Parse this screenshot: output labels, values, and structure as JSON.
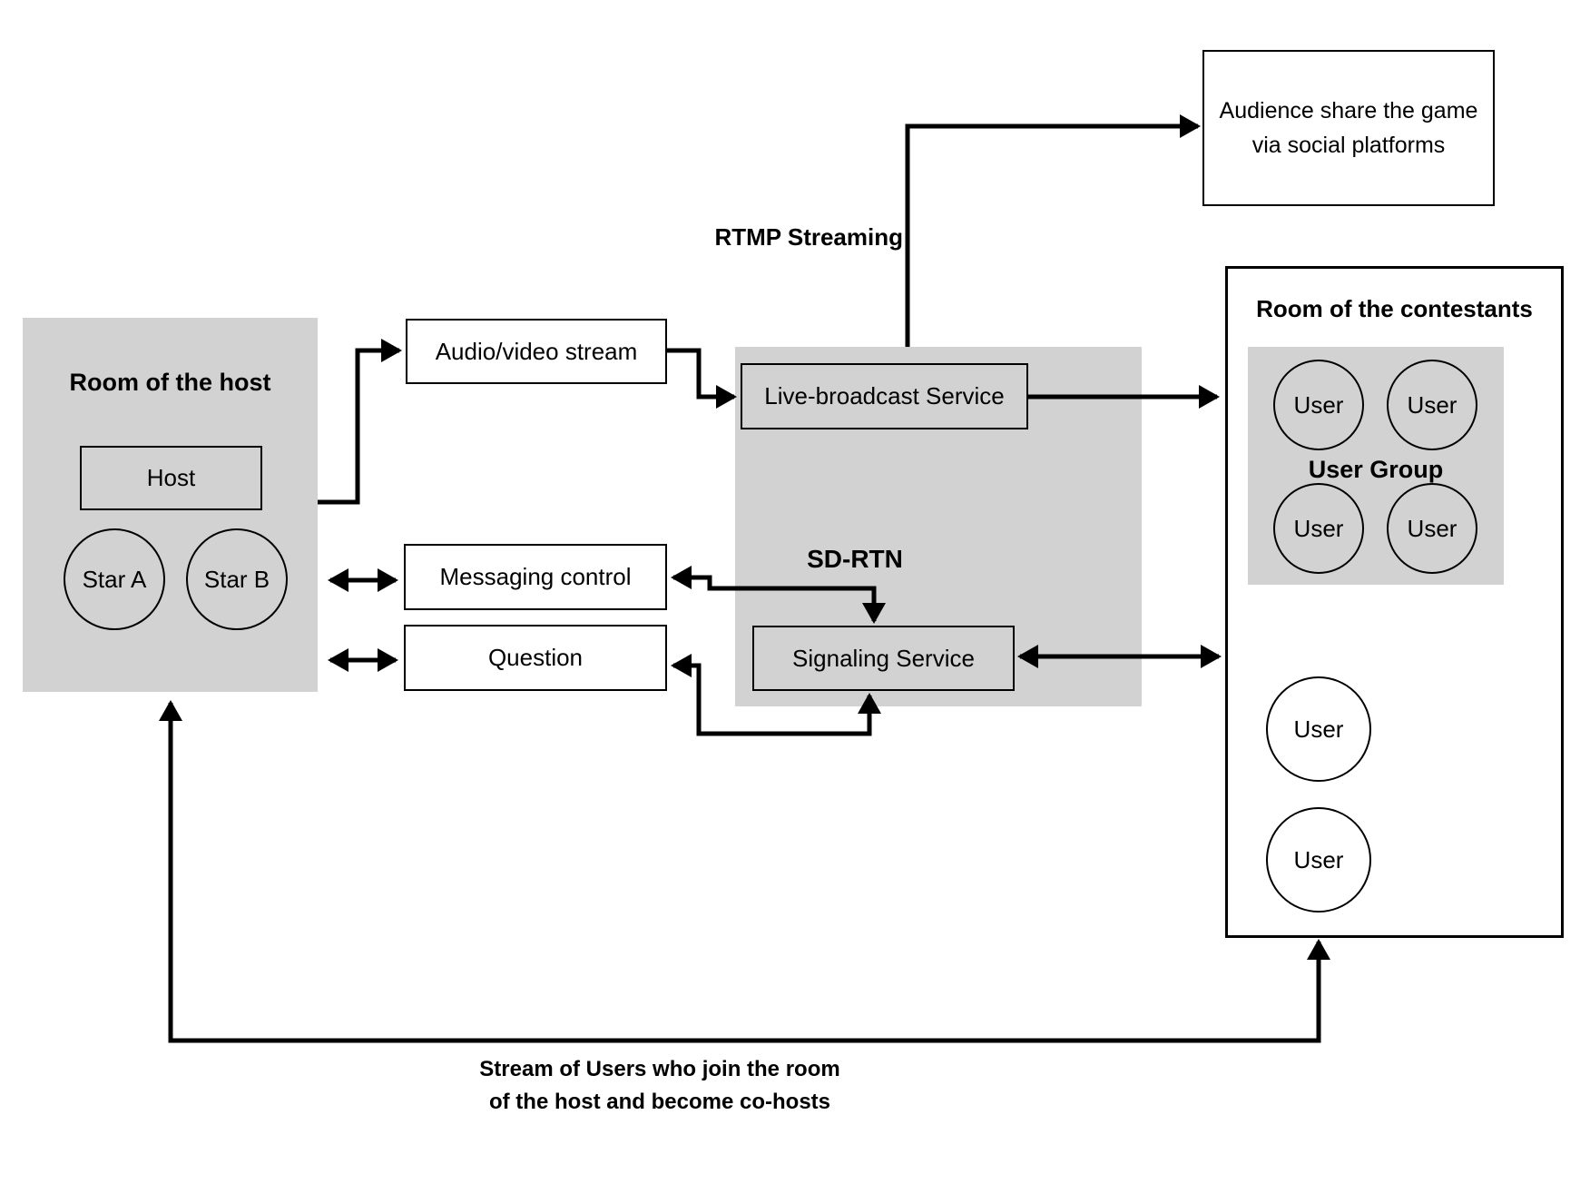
{
  "diagram": {
    "host_room": {
      "title": "Room of the host",
      "host_label": "Host",
      "star_a": "Star A",
      "star_b": "Star B"
    },
    "audio_video_label": "Audio/video stream",
    "sdrtn": {
      "label": "SD-RTN",
      "live_broadcast_label": "Live-broadcast Service",
      "signaling_label": "Signaling Service"
    },
    "messaging_label": "Messaging control",
    "question_label": "Question",
    "rtmp_label": "RTMP Streaming",
    "audience": {
      "line1": "Audience share the game",
      "line2": "via social platforms"
    },
    "contestants": {
      "title": "Room of the contestants",
      "user_group_label": "User Group",
      "group_users": [
        "User",
        "User",
        "User",
        "User"
      ],
      "solo_users": [
        "User",
        "User"
      ]
    },
    "bottom_note": {
      "line1": "Stream of Users who join the room",
      "line2": "of the host and become co-hosts"
    },
    "colors": {
      "region_fill": "#d2d2d2",
      "line": "#000000"
    }
  }
}
